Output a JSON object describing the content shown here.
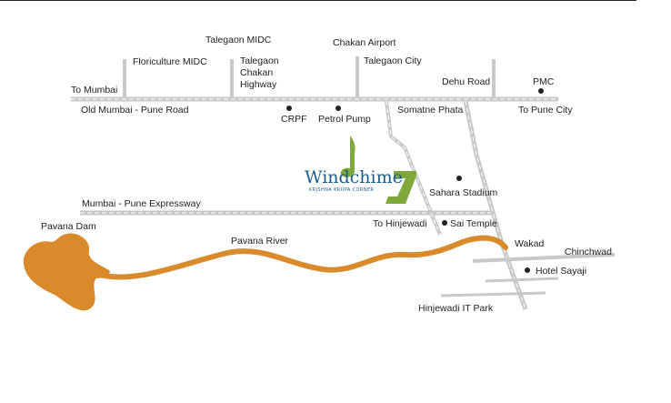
{
  "map": {
    "brand": {
      "name": "Windchime",
      "tagline": "KRISHNA KRUPA CORNER"
    },
    "roads": {
      "old_mumbai_pune_road": "Old Mumbai - Pune Road",
      "mumbai_pune_expressway": "Mumbai - Pune Expressway",
      "talegaon_chakan_highway": [
        "Talegaon",
        "Chakan",
        "Highway"
      ]
    },
    "places": {
      "talegaon_midc": "Talegaon MIDC",
      "chakan_airport": "Chakan Airport",
      "floriculture_midc": "Floriculture MIDC",
      "talegaon_city": "Talegaon City",
      "dehu_road": "Dehu Road",
      "pmc": "PMC",
      "to_mumbai": "To Mumbai",
      "to_pune_city": "To Pune City",
      "crpf": "CRPF",
      "petrol_pump": "Petrol Pump",
      "somatne_phata": "Somatne Phata",
      "sahara_stadium": "Sahara Stadium",
      "to_hinjewadi": "To Hinjewadi",
      "sai_temple": "Sai Temple",
      "wakad": "Wakad",
      "chinchwad": "Chinchwad",
      "hotel_sayaji": "Hotel Sayaji",
      "hinjewadi_it_park": "Hinjewadi IT Park",
      "pavana_dam": "Pavana Dam",
      "pavana_river": "Pavana River"
    },
    "colors": {
      "road": "#c8c8c8",
      "road_dash": "#ffffff",
      "river": "#d98a2b",
      "brand": "#1b5e8a",
      "logo_green": "#7fa83a",
      "text": "#222222"
    }
  }
}
